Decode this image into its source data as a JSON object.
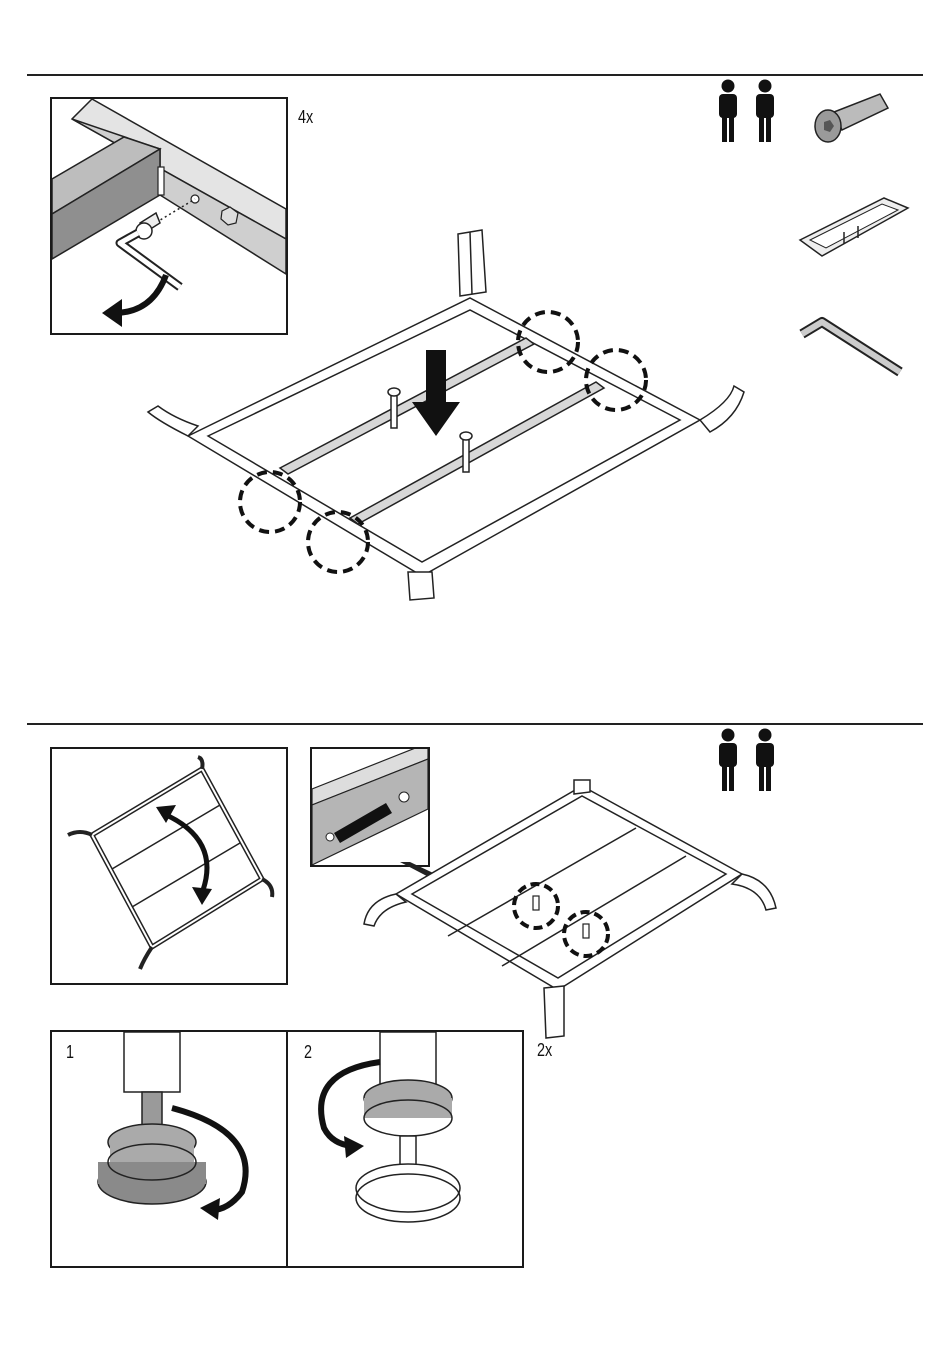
{
  "step1": {
    "quantity": "4x",
    "people_icon": "two-person-icon",
    "parts": [
      "bolt-icon",
      "template-plate-icon",
      "allen-key-icon"
    ]
  },
  "step2": {
    "quantity": "2x",
    "people_icon": "two-person-icon",
    "subpanels": [
      {
        "number": "1"
      },
      {
        "number": "2"
      }
    ]
  },
  "colors": {
    "ink": "#1a1a1a",
    "metal": "#9a9a9a",
    "dark_fill": "#555555"
  }
}
